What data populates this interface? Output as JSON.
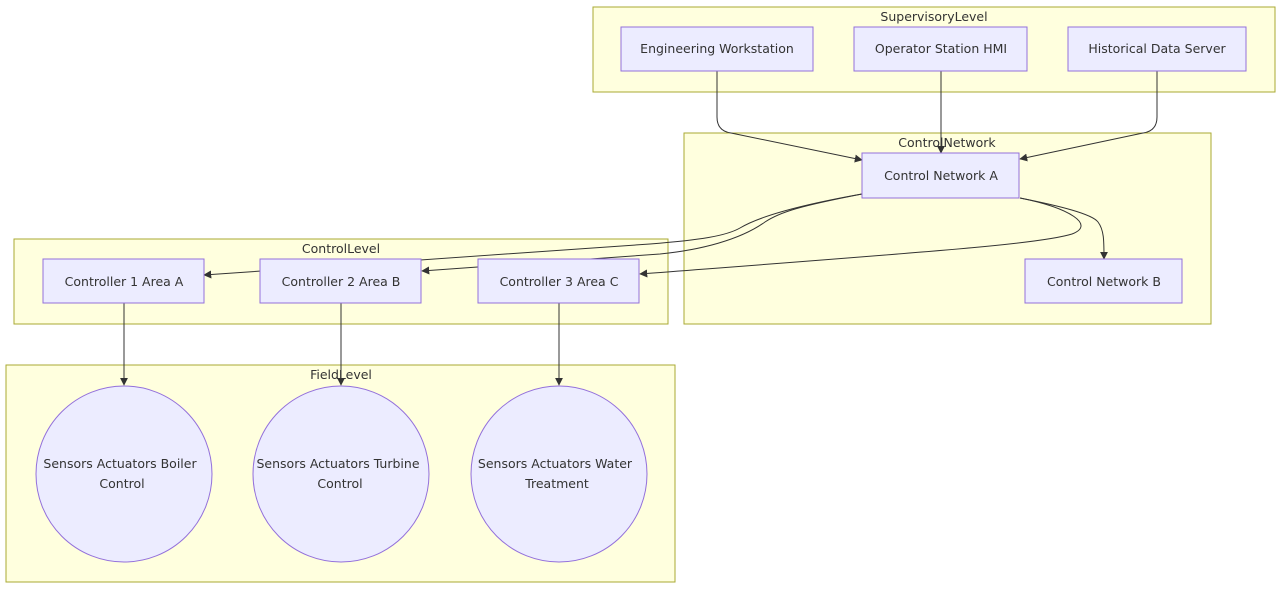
{
  "groups": {
    "supervisory": "SupervisoryLevel",
    "control_network": "ControlNetwork",
    "control_level": "ControlLevel",
    "field_level": "FieldLevel"
  },
  "nodes": {
    "engineering_workstation": "Engineering Workstation",
    "operator_station_hmi": "Operator Station HMI",
    "historical_data_server": "Historical Data Server",
    "control_network_a": "Control Network A",
    "control_network_b": "Control Network B",
    "controller_1": "Controller 1 Area A",
    "controller_2": "Controller 2 Area B",
    "controller_3": "Controller 3 Area C",
    "sensors_boiler": [
      "Sensors Actuators Boiler",
      "Control"
    ],
    "sensors_turbine": [
      "Sensors Actuators Turbine",
      "Control"
    ],
    "sensors_water": [
      "Sensors Actuators Water",
      "Treatment"
    ]
  },
  "edges": [
    {
      "from": "Engineering Workstation",
      "to": "Control Network A"
    },
    {
      "from": "Operator Station HMI",
      "to": "Control Network A"
    },
    {
      "from": "Historical Data Server",
      "to": "Control Network A"
    },
    {
      "from": "Control Network A",
      "to": "Controller 1 Area A"
    },
    {
      "from": "Control Network A",
      "to": "Controller 2 Area B"
    },
    {
      "from": "Control Network A",
      "to": "Controller 3 Area C"
    },
    {
      "from": "Control Network A",
      "to": "Control Network B"
    },
    {
      "from": "Controller 1 Area A",
      "to": "Sensors Actuators Boiler Control"
    },
    {
      "from": "Controller 2 Area B",
      "to": "Sensors Actuators Turbine Control"
    },
    {
      "from": "Controller 3 Area C",
      "to": "Sensors Actuators Water Treatment"
    }
  ]
}
